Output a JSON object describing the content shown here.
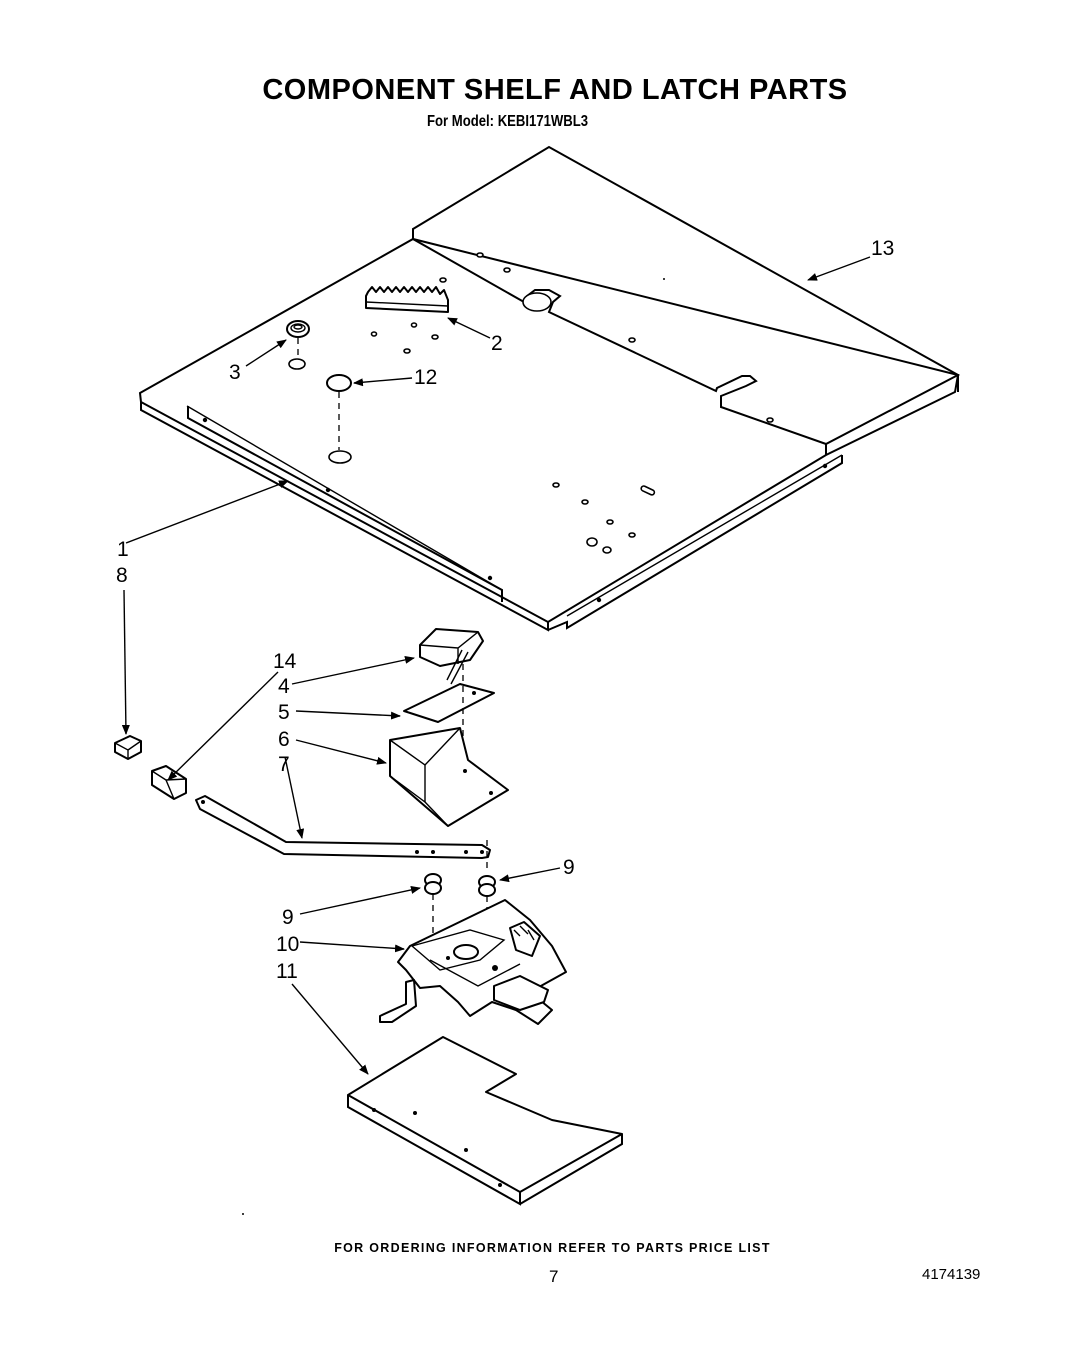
{
  "header": {
    "title": "COMPONENT SHELF AND LATCH PARTS",
    "model_line": "For Model: KEBI171WBL3"
  },
  "callouts": {
    "p1": "1",
    "p2": "2",
    "p3": "3",
    "p4": "4",
    "p5": "5",
    "p6": "6",
    "p7": "7",
    "p8": "8",
    "p9_right": "9",
    "p9_left": "9",
    "p10": "10",
    "p11": "11",
    "p12": "12",
    "p13": "13",
    "p14": "14"
  },
  "footer": {
    "ordering_note": "FOR ORDERING INFORMATION REFER TO PARTS PRICE LIST",
    "page_number": "7",
    "document_number": "4174139"
  }
}
